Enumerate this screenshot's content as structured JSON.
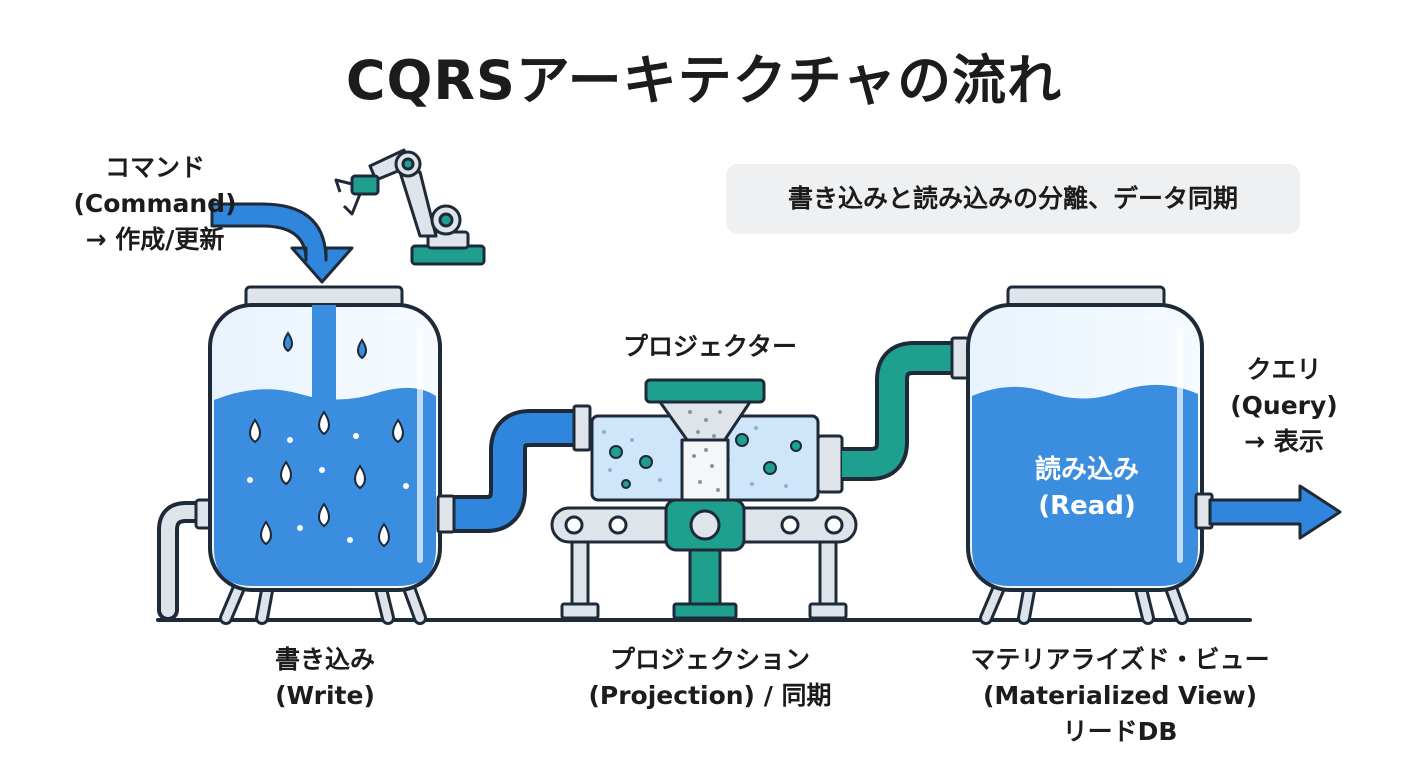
{
  "title": "CQRSアーキテクチャの流れ",
  "subtitle": "書き込みと読み込みの分離、データ同期",
  "command": {
    "line1": "コマンド",
    "line2": "(Command)",
    "line3": "→ 作成/更新"
  },
  "query": {
    "line1": "クエリ",
    "line2": "(Query)",
    "line3": "→ 表示"
  },
  "projector": {
    "label": "プロジェクター"
  },
  "read_tank": {
    "line1": "読み込み",
    "line2": "(Read)"
  },
  "labels": {
    "write": {
      "line1": "書き込み",
      "line2": "(Write)"
    },
    "projection": {
      "line1": "プロジェクション",
      "line2": "(Projection) / 同期"
    },
    "materialized": {
      "line1": "マテリアライズド・ビュー",
      "line2": "(Materialized View)",
      "line3": "リードDB"
    }
  },
  "colors": {
    "outline": "#1f2a38",
    "water": "#3b8de0",
    "water_light": "#cfe6fa",
    "teal": "#1fa08f",
    "steel": "#dfe4ea",
    "pipe_blue": "#2f86dc"
  }
}
